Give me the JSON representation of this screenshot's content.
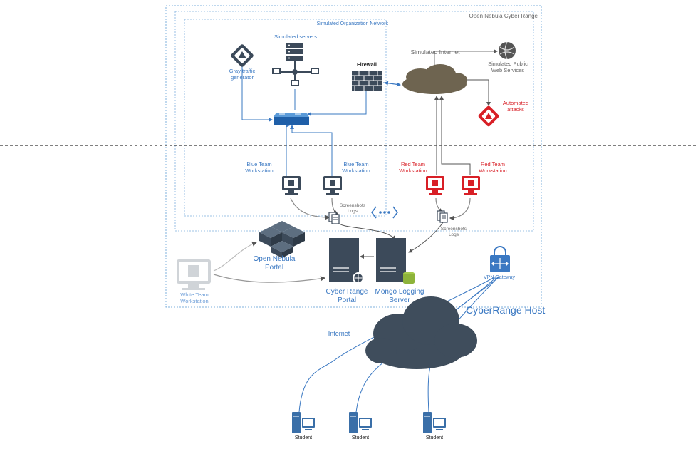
{
  "labels": {
    "cyber_range": "Open Nebula Cyber Range",
    "org_network": "Simulated Organization Network",
    "simulated_servers": "Simulated servers",
    "gray_traffic": "Gray traffic\ngenerator",
    "firewall": "Firewall",
    "simulated_internet": "Simulated Internet",
    "public_web": "Simulated Public\nWeb Services",
    "automated_attacks": "Automated\nattacks",
    "blue_ws_1": "Blue Team\nWorkstation",
    "blue_ws_2": "Blue Team\nWorkstation",
    "red_ws_1": "Red Team\nWorkstation",
    "red_ws_2": "Red Team\nWorkstation",
    "screenshots_logs_1": "Screenshots\nLogs",
    "screenshots_logs_2": "Screenshots\nLogs",
    "open_nebula_portal": "Open Nebula\nPortal",
    "white_ws": "White Team\nWorkstation",
    "cyber_range_portal": "Cyber Range\nPortal",
    "mongo_server": "Mongo Logging\nServer",
    "vpn_gateway": "VPN Gateway",
    "cyberrange_host": "CyberRange Host",
    "internet": "Internet",
    "student_1": "Student",
    "student_2": "Student",
    "student_3": "Student"
  },
  "colors": {
    "blue": "#3a78c2",
    "red": "#d81f26",
    "dark_icon": "#3c4a5a",
    "brown_cloud": "#6e6450",
    "dark_cloud": "#3f4d5c"
  }
}
